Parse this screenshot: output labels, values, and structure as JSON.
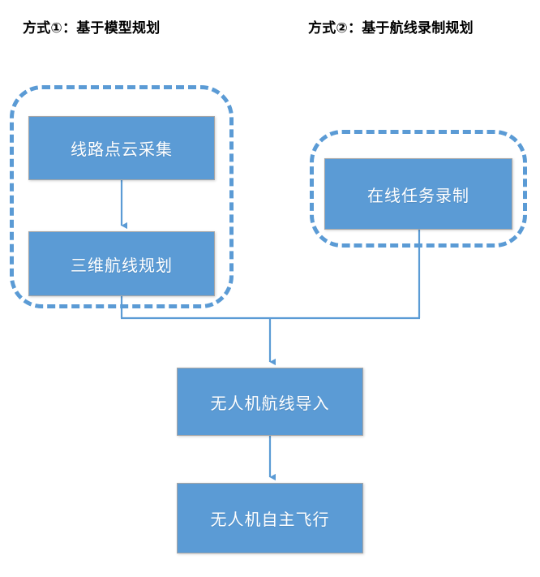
{
  "diagram": {
    "title_left": "方式①：基于模型规划",
    "title_right": "方式②：基于航线录制规划",
    "accent_color": "#5B9BD5",
    "node_text_color": "#ffffff",
    "node_border_color": "#a6a6a6",
    "background_color": "#ffffff",
    "heading_color": "#000000",
    "nodes": [
      {
        "id": "pointcloud",
        "label": "线路点云采集",
        "group": "model"
      },
      {
        "id": "route3d",
        "label": "三维航线规划",
        "group": "model"
      },
      {
        "id": "onlinerec",
        "label": "在线任务录制",
        "group": "record"
      },
      {
        "id": "import",
        "label": "无人机航线导入",
        "group": "none"
      },
      {
        "id": "autoflight",
        "label": "无人机自主飞行",
        "group": "none"
      }
    ],
    "groups": [
      {
        "id": "model",
        "label": "方式①：基于模型规划",
        "style": "dashed-rounded"
      },
      {
        "id": "record",
        "label": "方式②：基于航线录制规划",
        "style": "dashed-rounded"
      }
    ],
    "edges": [
      {
        "from": "pointcloud",
        "to": "route3d",
        "style": "arrow-down"
      },
      {
        "from": "route3d",
        "to": "import",
        "style": "elbow-merge-arrow"
      },
      {
        "from": "onlinerec",
        "to": "import",
        "style": "elbow-merge-arrow"
      },
      {
        "from": "import",
        "to": "autoflight",
        "style": "arrow-down"
      }
    ]
  }
}
